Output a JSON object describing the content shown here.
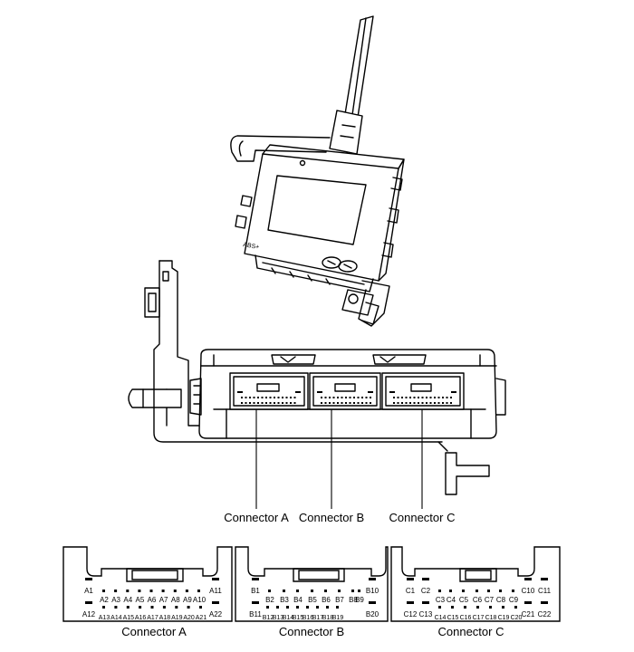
{
  "device_marking": "ABS+",
  "pointer_labels": [
    "Connector A",
    "Connector B",
    "Connector C"
  ],
  "connectors": [
    {
      "caption": "Connector A",
      "pins": {
        "row1": [
          "A1",
          "A11"
        ],
        "row2": [
          "A2",
          "A3",
          "A4",
          "A5",
          "A6",
          "A7",
          "A8",
          "A9",
          "A10"
        ],
        "row3": [
          "A12",
          "A22"
        ],
        "row4": [
          "A13",
          "A14",
          "A15",
          "A16",
          "A17",
          "A18",
          "A19",
          "A20",
          "A21"
        ]
      }
    },
    {
      "caption": "Connector B",
      "pins": {
        "row1": [
          "B1",
          "B10"
        ],
        "row2": [
          "B2",
          "B3",
          "B4",
          "B5",
          "B6",
          "B7",
          "B8",
          "B9"
        ],
        "row3": [
          "B11",
          "B20"
        ],
        "row4": [
          "B12",
          "B13",
          "B14",
          "B15",
          "B16",
          "B17",
          "B18",
          "B19"
        ]
      }
    },
    {
      "caption": "Connector C",
      "pins": {
        "row1": [
          "C1",
          "C2",
          "C10",
          "C11"
        ],
        "row2": [
          "C3",
          "C4",
          "C5",
          "C6",
          "C7",
          "C8",
          "C9"
        ],
        "row3": [
          "C12",
          "C13",
          "C21",
          "C22"
        ],
        "row4": [
          "C14",
          "C15",
          "C16",
          "C17",
          "C18",
          "C19",
          "C20"
        ]
      }
    }
  ]
}
